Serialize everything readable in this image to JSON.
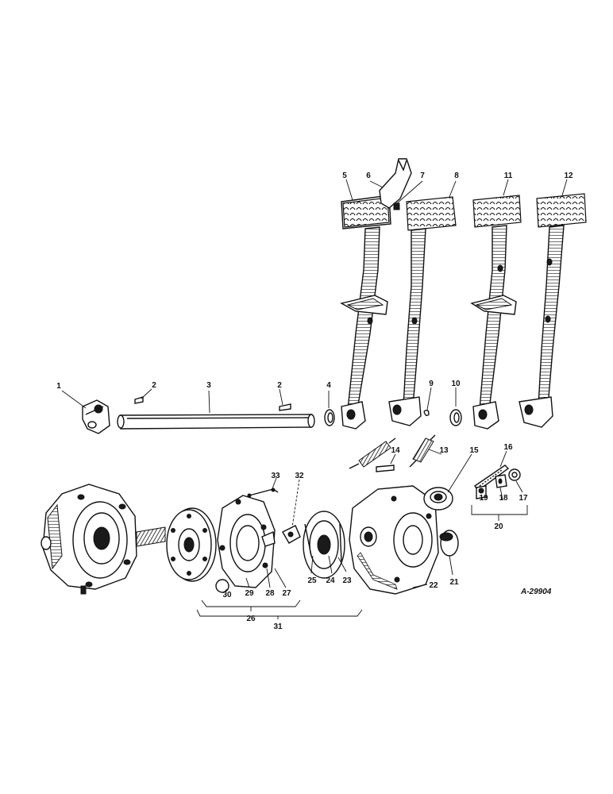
{
  "diagram": {
    "figure_ref": "A-29904",
    "callouts": {
      "c1": "1",
      "c2a": "2",
      "c2b": "2",
      "c3": "3",
      "c4": "4",
      "c5": "5",
      "c6": "6",
      "c7": "7",
      "c8": "8",
      "c9": "9",
      "c10": "10",
      "c11": "11",
      "c12": "12",
      "c13": "13",
      "c14": "14",
      "c15": "15",
      "c16": "16",
      "c17": "17",
      "c18": "18",
      "c19": "19",
      "c20": "20",
      "c21": "21",
      "c22": "22",
      "c23": "23",
      "c24": "24",
      "c25": "25",
      "c26": "26",
      "c27": "27",
      "c28": "28",
      "c29": "29",
      "c30": "30",
      "c31": "31",
      "c32": "32",
      "c33": "33"
    }
  }
}
